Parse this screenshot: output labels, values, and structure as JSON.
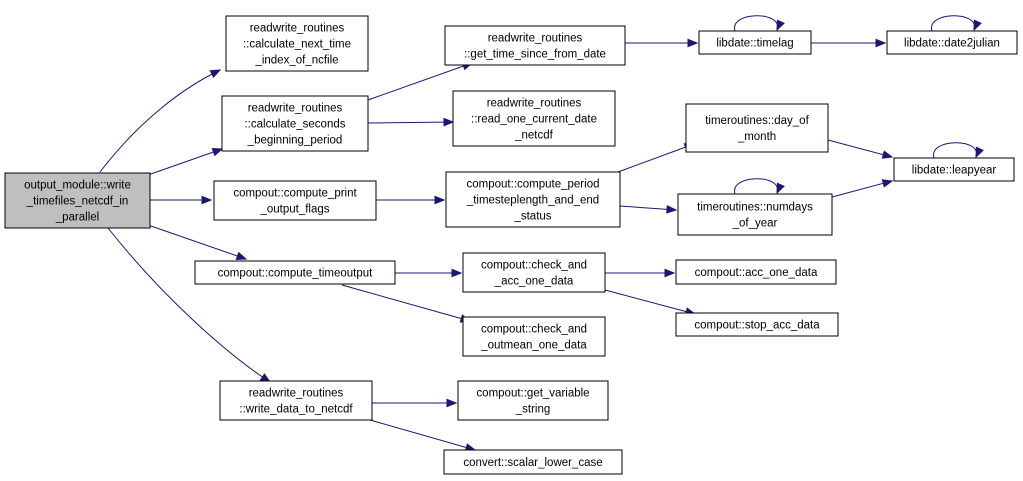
{
  "colors": {
    "edge": "#191970",
    "root_fill": "#bfbfbf",
    "node_fill": "#ffffff",
    "border": "#000000"
  },
  "nodes": {
    "output_module_write_timefiles_netcdf_in_parallel": {
      "lines": [
        "output_module::write",
        "_timefiles_netcdf_in",
        "_parallel"
      ],
      "root": true
    },
    "readwrite_routines_calculate_next_time_index_of_ncfile": {
      "lines": [
        "readwrite_routines",
        "::calculate_next_time",
        "_index_of_ncfile"
      ]
    },
    "readwrite_routines_calculate_seconds_beginning_period": {
      "lines": [
        "readwrite_routines",
        "::calculate_seconds",
        "_beginning_period"
      ]
    },
    "compout_compute_print_output_flags": {
      "lines": [
        "compout::compute_print",
        "_output_flags"
      ]
    },
    "compout_compute_timeoutput": {
      "lines": [
        "compout::compute_timeoutput"
      ]
    },
    "readwrite_routines_write_data_to_netcdf": {
      "lines": [
        "readwrite_routines",
        "::write_data_to_netcdf"
      ]
    },
    "readwrite_routines_get_time_since_from_date": {
      "lines": [
        "readwrite_routines",
        "::get_time_since_from_date"
      ]
    },
    "readwrite_routines_read_one_current_date_netcdf": {
      "lines": [
        "readwrite_routines",
        "::read_one_current_date",
        "_netcdf"
      ]
    },
    "compout_compute_period_timesteplength_and_end_status": {
      "lines": [
        "compout::compute_period",
        "_timesteplength_and_end",
        "_status"
      ]
    },
    "compout_check_and_acc_one_data": {
      "lines": [
        "compout::check_and",
        "_acc_one_data"
      ]
    },
    "compout_check_and_outmean_one_data": {
      "lines": [
        "compout::check_and",
        "_outmean_one_data"
      ]
    },
    "compout_get_variable_string": {
      "lines": [
        "compout::get_variable",
        "_string"
      ]
    },
    "convert_scalar_lower_case": {
      "lines": [
        "convert::scalar_lower_case"
      ]
    },
    "libdate_timelag": {
      "lines": [
        "libdate::timelag"
      ]
    },
    "libdate_date2julian": {
      "lines": [
        "libdate::date2julian"
      ]
    },
    "timeroutines_day_of_month": {
      "lines": [
        "timeroutines::day_of",
        "_month"
      ]
    },
    "timeroutines_numdays_of_year": {
      "lines": [
        "timeroutines::numdays",
        "_of_year"
      ]
    },
    "libdate_leapyear": {
      "lines": [
        "libdate::leapyear"
      ]
    },
    "compout_acc_one_data": {
      "lines": [
        "compout::acc_one_data"
      ]
    },
    "compout_stop_acc_data": {
      "lines": [
        "compout::stop_acc_data"
      ]
    }
  },
  "edges": [
    [
      "output_module_write_timefiles_netcdf_in_parallel",
      "readwrite_routines_calculate_next_time_index_of_ncfile"
    ],
    [
      "output_module_write_timefiles_netcdf_in_parallel",
      "readwrite_routines_calculate_seconds_beginning_period"
    ],
    [
      "output_module_write_timefiles_netcdf_in_parallel",
      "compout_compute_print_output_flags"
    ],
    [
      "output_module_write_timefiles_netcdf_in_parallel",
      "compout_compute_timeoutput"
    ],
    [
      "output_module_write_timefiles_netcdf_in_parallel",
      "readwrite_routines_write_data_to_netcdf"
    ],
    [
      "readwrite_routines_calculate_seconds_beginning_period",
      "readwrite_routines_get_time_since_from_date"
    ],
    [
      "readwrite_routines_calculate_seconds_beginning_period",
      "readwrite_routines_read_one_current_date_netcdf"
    ],
    [
      "readwrite_routines_get_time_since_from_date",
      "libdate_timelag"
    ],
    [
      "libdate_timelag",
      "libdate_timelag"
    ],
    [
      "libdate_timelag",
      "libdate_date2julian"
    ],
    [
      "libdate_date2julian",
      "libdate_date2julian"
    ],
    [
      "compout_compute_print_output_flags",
      "compout_compute_period_timesteplength_and_end_status"
    ],
    [
      "compout_compute_period_timesteplength_and_end_status",
      "timeroutines_day_of_month"
    ],
    [
      "compout_compute_period_timesteplength_and_end_status",
      "timeroutines_numdays_of_year"
    ],
    [
      "timeroutines_day_of_month",
      "libdate_leapyear"
    ],
    [
      "timeroutines_numdays_of_year",
      "libdate_leapyear"
    ],
    [
      "timeroutines_numdays_of_year",
      "timeroutines_numdays_of_year"
    ],
    [
      "libdate_leapyear",
      "libdate_leapyear"
    ],
    [
      "compout_compute_timeoutput",
      "compout_check_and_acc_one_data"
    ],
    [
      "compout_compute_timeoutput",
      "compout_check_and_outmean_one_data"
    ],
    [
      "compout_check_and_acc_one_data",
      "compout_acc_one_data"
    ],
    [
      "compout_check_and_acc_one_data",
      "compout_stop_acc_data"
    ],
    [
      "readwrite_routines_write_data_to_netcdf",
      "compout_get_variable_string"
    ],
    [
      "readwrite_routines_write_data_to_netcdf",
      "convert_scalar_lower_case"
    ]
  ]
}
